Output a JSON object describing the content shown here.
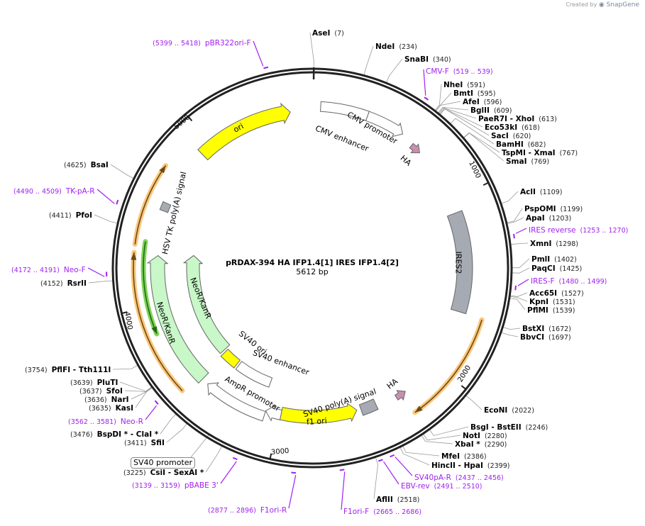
{
  "brand": {
    "created_by": "Created by",
    "name": "SnapGene"
  },
  "plasmid": {
    "name": "pRDAX-394    HA IFP1.4[1] IRES IFP1.4[2]",
    "length_label": "5612 bp",
    "length_bp": 5612
  },
  "ticks": [
    "1000",
    "2000",
    "3000",
    "4000",
    "5000"
  ],
  "features": [
    {
      "name": "CMV enhancer",
      "color": "#ffffff"
    },
    {
      "name": "CMV promoter",
      "color": "#ffffff"
    },
    {
      "name": "HA",
      "color": "#c890b0"
    },
    {
      "name": "IRES2",
      "color": "#a6abb3"
    },
    {
      "name": "HA",
      "color": "#c890b0"
    },
    {
      "name": "SV40 poly(A) signal",
      "color": "#a6abb3"
    },
    {
      "name": "f1 ori",
      "color": "#ffff00"
    },
    {
      "name": "AmpR promoter",
      "color": "#ffffff"
    },
    {
      "name": "SV40 enhancer",
      "color": "#ffffff"
    },
    {
      "name": "SV40 ori",
      "color": "#ffff00"
    },
    {
      "name": "NeoR/KanR",
      "color": "#c8f7c8"
    },
    {
      "name": "NeoR/KanR",
      "color": "#c8f7c8"
    },
    {
      "name": "HSV TK poly(A) signal",
      "color": "#a6abb3"
    },
    {
      "name": "ori",
      "color": "#ffff00"
    }
  ],
  "enzymes": [
    {
      "name": "AseI",
      "pos": 7
    },
    {
      "name": "NdeI",
      "pos": 234
    },
    {
      "name": "SnaBI",
      "pos": 340
    },
    {
      "name": "NheI",
      "pos": 591
    },
    {
      "name": "BmtI",
      "pos": 595
    },
    {
      "name": "AfeI",
      "pos": 596
    },
    {
      "name": "BglII",
      "pos": 609
    },
    {
      "name": "PaeR7I   - XhoI",
      "pos": 613
    },
    {
      "name": "Eco53kI",
      "pos": 618
    },
    {
      "name": "SacI",
      "pos": 620
    },
    {
      "name": "BamHI",
      "pos": 682
    },
    {
      "name": "TspMI   - XmaI",
      "pos": 767
    },
    {
      "name": "SmaI",
      "pos": 769
    },
    {
      "name": "AclI",
      "pos": 1109
    },
    {
      "name": "PspOMI",
      "pos": 1199
    },
    {
      "name": "ApaI",
      "pos": 1203
    },
    {
      "name": "XmnI",
      "pos": 1298
    },
    {
      "name": "PmlI",
      "pos": 1402
    },
    {
      "name": "PaqCI",
      "pos": 1425
    },
    {
      "name": "Acc65I",
      "pos": 1527
    },
    {
      "name": "KpnI",
      "pos": 1531
    },
    {
      "name": "PflMI",
      "pos": 1539
    },
    {
      "name": "BstXI",
      "pos": 1672
    },
    {
      "name": "BbvCI",
      "pos": 1697
    },
    {
      "name": "EcoNI",
      "pos": 2022
    },
    {
      "name": "BsgI   - BstEII",
      "pos": 2246
    },
    {
      "name": "NotI",
      "pos": 2280
    },
    {
      "name": "XbaI *",
      "pos": 2290
    },
    {
      "name": "MfeI",
      "pos": 2386
    },
    {
      "name": "HincII   - HpaI",
      "pos": 2399
    },
    {
      "name": "AflII",
      "pos": 2518
    },
    {
      "name": "CsiI   - SexAI *",
      "pos": 3225
    },
    {
      "name": "SfiI",
      "pos": 3411
    },
    {
      "name": "BspDI *  - ClaI *",
      "pos": 3476
    },
    {
      "name": "KasI",
      "pos": 3635
    },
    {
      "name": "NarI",
      "pos": 3636
    },
    {
      "name": "SfoI",
      "pos": 3637
    },
    {
      "name": "PluTI",
      "pos": 3639
    },
    {
      "name": "PflFI   - Tth111I",
      "pos": 3754
    },
    {
      "name": "RsrII",
      "pos": 4152
    },
    {
      "name": "PfoI",
      "pos": 4411
    },
    {
      "name": "BsaI",
      "pos": 4625
    }
  ],
  "primers": [
    {
      "name": "CMV-F",
      "range": "(519 .. 539)",
      "start": 519
    },
    {
      "name": "IRES reverse",
      "range": "(1253 .. 1270)",
      "start": 1253
    },
    {
      "name": "IRES-F",
      "range": "(1480 .. 1499)",
      "start": 1480
    },
    {
      "name": "SV40pA-R",
      "range": "(2437 .. 2456)",
      "start": 2437
    },
    {
      "name": "EBV-rev",
      "range": "(2491 .. 2510)",
      "start": 2491
    },
    {
      "name": "F1ori-F",
      "range": "(2665 .. 2686)",
      "start": 2665
    },
    {
      "name": "F1ori-R",
      "range": "(2877 .. 2896)",
      "start": 2877
    },
    {
      "name": "pBABE 3'",
      "range": "(3139 .. 3159)",
      "start": 3139
    },
    {
      "name": "Neo-R",
      "range": "(3562 .. 3581)",
      "start": 3562
    },
    {
      "name": "Neo-F",
      "range": "(4172 .. 4191)",
      "start": 4172
    },
    {
      "name": "TK-pA-R",
      "range": "(4490 .. 4509)",
      "start": 4490
    },
    {
      "name": "pBR322ori-F",
      "range": "(5399 .. 5418)",
      "start": 5399
    }
  ],
  "boxed_feature_label": "SV40 promoter",
  "colors": {
    "primer": "#a020f0",
    "backbone": "#222222",
    "orf_orange": "#fbc77a",
    "orf_green": "#7fd35a"
  }
}
